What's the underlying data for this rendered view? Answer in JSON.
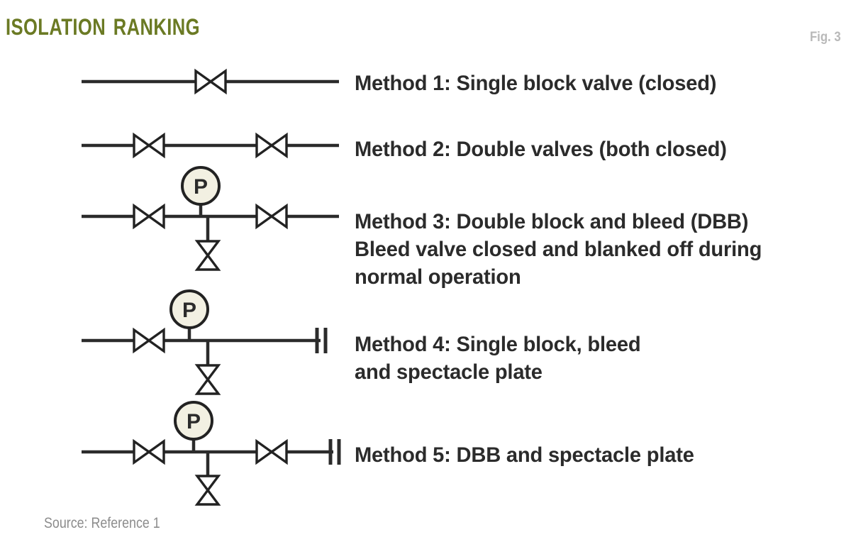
{
  "header": {
    "title": "Isolation ranking",
    "figure_label": "Fig. 3"
  },
  "colors": {
    "title_green": "#6b7a24",
    "figure_label_gray": "#b9b9b9",
    "line_dark": "#2b2b2b",
    "gauge_fill": "#f2f0e2",
    "text_dark": "#2b2b2b",
    "source_gray": "#8c8c8c",
    "background": "#ffffff"
  },
  "methods": [
    {
      "id": 1,
      "label": "Method 1: Single block valve (closed)",
      "components": [
        "pipe",
        "block-valve"
      ],
      "valve_count": 1,
      "has_gauge": false,
      "has_bleed_valve": false,
      "has_spectacle_plate": false
    },
    {
      "id": 2,
      "label": "Method 2: Double valves (both closed)",
      "components": [
        "pipe",
        "block-valve",
        "block-valve"
      ],
      "valve_count": 2,
      "has_gauge": false,
      "has_bleed_valve": false,
      "has_spectacle_plate": false
    },
    {
      "id": 3,
      "label": "Method 3: Double block and bleed (DBB)\nBleed valve closed and blanked off during\nnormal operation",
      "components": [
        "pipe",
        "block-valve",
        "pressure-gauge",
        "bleed-valve",
        "block-valve"
      ],
      "valve_count": 2,
      "has_gauge": true,
      "has_bleed_valve": true,
      "has_spectacle_plate": false
    },
    {
      "id": 4,
      "label": "Method 4: Single block, bleed\nand spectacle plate",
      "components": [
        "pipe",
        "block-valve",
        "pressure-gauge",
        "bleed-valve",
        "spectacle-plate"
      ],
      "valve_count": 1,
      "has_gauge": true,
      "has_bleed_valve": true,
      "has_spectacle_plate": true
    },
    {
      "id": 5,
      "label": "Method 5: DBB and spectacle plate",
      "components": [
        "pipe",
        "block-valve",
        "pressure-gauge",
        "bleed-valve",
        "block-valve",
        "spectacle-plate"
      ],
      "valve_count": 2,
      "has_gauge": true,
      "has_bleed_valve": true,
      "has_spectacle_plate": true
    }
  ],
  "gauge": {
    "symbol_letter": "P",
    "meaning": "pressure-gauge"
  },
  "footer": {
    "source": "Source: Reference 1"
  }
}
